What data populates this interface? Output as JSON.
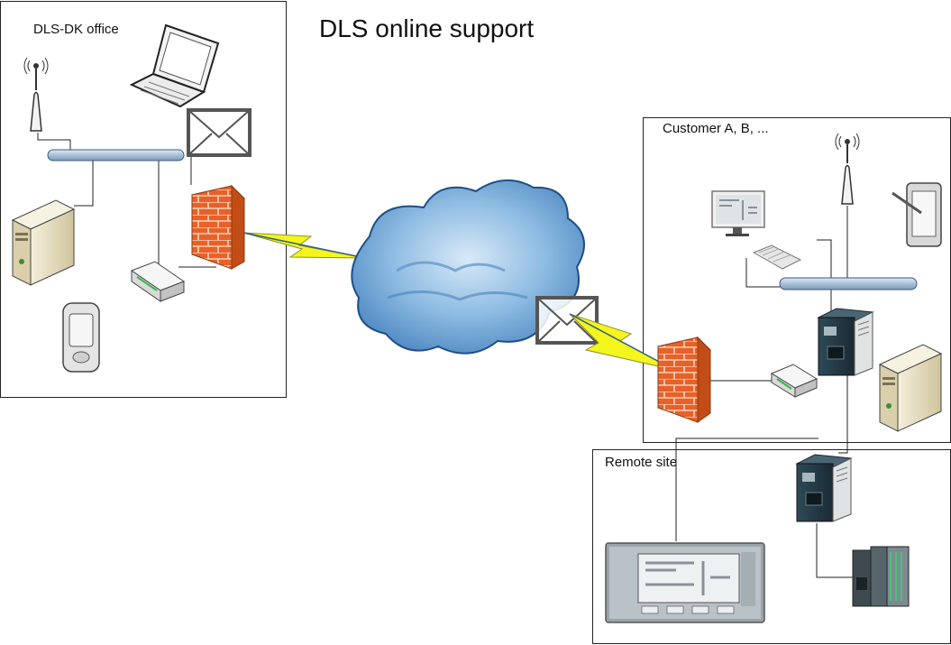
{
  "title": "DLS online support",
  "zones": {
    "office": {
      "label": "DLS-DK office"
    },
    "customer": {
      "label": "Customer A, B, ..."
    },
    "remote": {
      "label": "Remote site"
    }
  },
  "colors": {
    "firewall": "#e8612a",
    "firewall_mortar": "#fbd3b8",
    "lightning": "#f5f51e",
    "cloud": "#7fb0dc",
    "bus": "#b7cde3",
    "server": "#e8e0c4"
  },
  "icons": {
    "office": [
      "antenna-icon",
      "laptop-icon",
      "envelope-icon",
      "network-bus-icon",
      "server-icon",
      "firewall-icon",
      "router-icon",
      "pda-icon"
    ],
    "internet": [
      "cloud-icon",
      "lightning-icon",
      "envelope-icon"
    ],
    "customer": [
      "antenna-icon",
      "tablet-icon",
      "desktop-monitor-icon",
      "keyboard-icon",
      "network-bus-icon",
      "firewall-icon",
      "router-icon",
      "industrial-gateway-icon",
      "server-icon"
    ],
    "remote": [
      "hmi-panel-icon",
      "industrial-gateway-icon",
      "plc-icon"
    ]
  }
}
